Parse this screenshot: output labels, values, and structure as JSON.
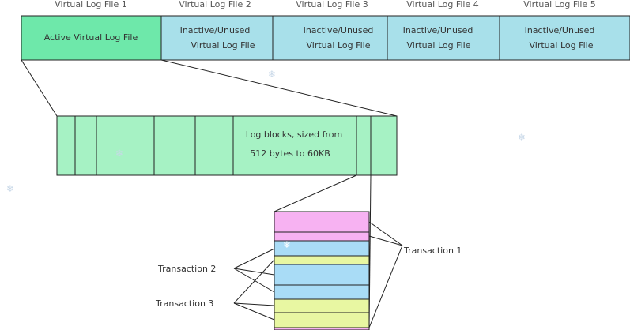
{
  "vlf_headers": [
    "Virtual Log File 1",
    "Virtual Log File 2",
    "Virtual Log File 3",
    "Virtual Log File 4",
    "Virtual Log File 5"
  ],
  "vlf_boxes": [
    {
      "line1": "Active Virtual Log File",
      "line2": ""
    },
    {
      "line1": "Inactive/Unused",
      "line2": "Virtual Log File"
    },
    {
      "line1": "Inactive/Unused",
      "line2": "Virtual Log File"
    },
    {
      "line1": "Inactive/Unused",
      "line2": "Virtual Log File"
    },
    {
      "line1": "Inactive/Unused",
      "line2": "Virtual Log File"
    }
  ],
  "log_blocks": {
    "line1": "Log blocks, sized from",
    "line2": "512 bytes to 60KB"
  },
  "transactions": {
    "t1": "Transaction 1",
    "t2": "Transaction 2",
    "t3": "Transaction 3"
  },
  "colors": {
    "active": "#6ee8aa",
    "inactive": "#a8e0ea",
    "blocks": "#a6f2c4",
    "pink": "#f7b2f2",
    "blue": "#a9dcf6",
    "yellow": "#e8f7a2"
  }
}
